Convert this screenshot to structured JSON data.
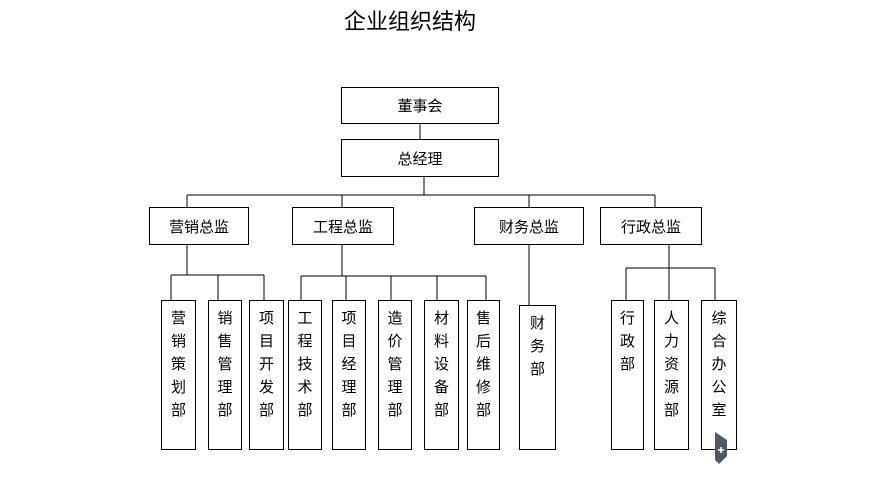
{
  "title": "企业组织结构",
  "board": "董事会",
  "gm": "总经理",
  "directors": [
    "营销总监",
    "工程总监",
    "财务总监",
    "行政总监"
  ],
  "departments": {
    "marketing": [
      "营销策划部",
      "销售管理部",
      "项目开发部"
    ],
    "engineering": [
      "工程技术部",
      "项目经理部",
      "造价管理部",
      "材料设备部",
      "售后维修部"
    ],
    "finance": [
      "财务部"
    ],
    "admin": [
      "行政部",
      "人力资源部",
      "综合办公室"
    ]
  },
  "colors": {
    "line": "#000000",
    "background": "#ffffff",
    "cursor": "#505a66"
  }
}
